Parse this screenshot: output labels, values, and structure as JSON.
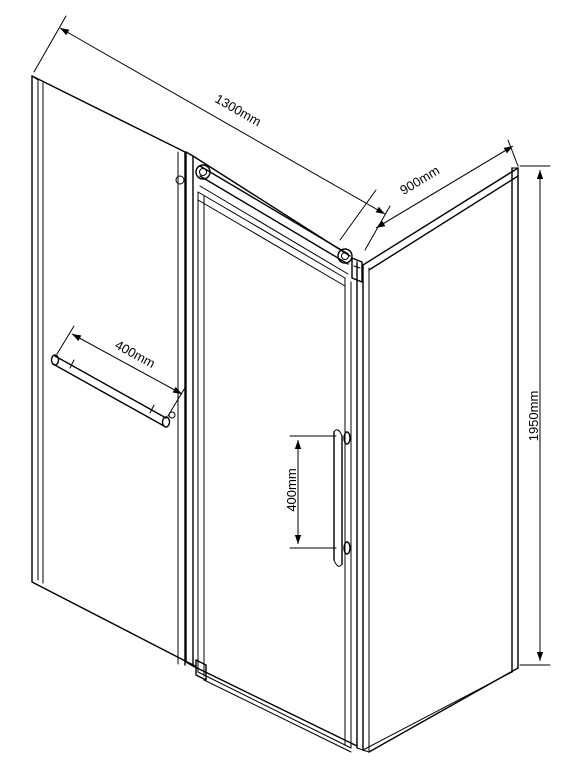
{
  "dimensions": {
    "width": "1300mm",
    "depth": "900mm",
    "height": "1950mm",
    "towel_bar": "400mm",
    "handle": "400mm"
  },
  "colors": {
    "line": "#000000",
    "background": "#ffffff"
  }
}
